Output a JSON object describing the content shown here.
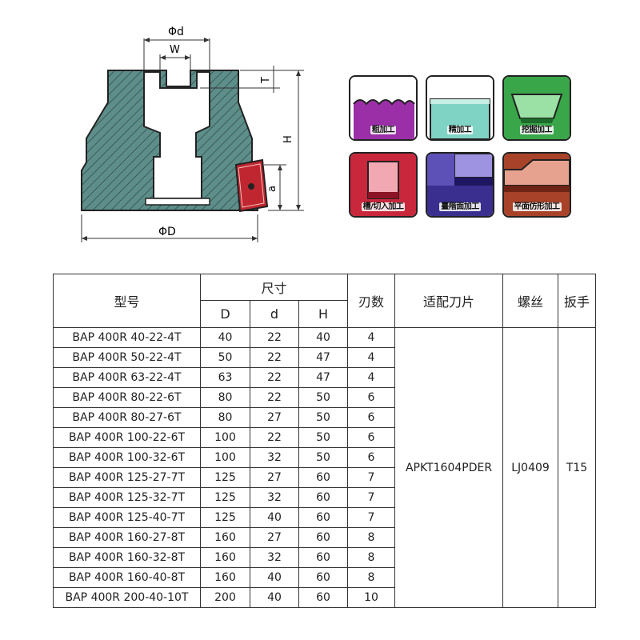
{
  "drawing": {
    "labels": {
      "phi_d": "Φd",
      "w": "W",
      "t": "T",
      "h": "H",
      "a": "a",
      "phi_D": "ΦD"
    }
  },
  "machining_types": [
    {
      "label": "粗加工",
      "icon": "rough-machining-icon",
      "color": "#9b2fa8"
    },
    {
      "label": "精加工",
      "icon": "finish-machining-icon",
      "color": "#7fd3c4"
    },
    {
      "label": "挖掘加工",
      "icon": "pocket-machining-icon",
      "color": "#3aa64a"
    },
    {
      "label": "槽/切入加工",
      "icon": "slot-machining-icon",
      "color": "#c9283c"
    },
    {
      "label": "臺階面加工",
      "icon": "step-machining-icon",
      "color": "#3a2f8f"
    },
    {
      "label": "平面仿形加工",
      "icon": "profile-machining-icon",
      "color": "#a8432a"
    }
  ],
  "table": {
    "headers": {
      "model": "型号",
      "size": "尺寸",
      "D": "D",
      "d": "d",
      "H": "H",
      "teeth": "刃数",
      "insert": "适配刀片",
      "screw": "螺丝",
      "wrench": "扳手"
    },
    "rows": [
      {
        "model": "BAP 400R 40-22-4T",
        "D": "40",
        "d": "22",
        "H": "40",
        "teeth": "4"
      },
      {
        "model": "BAP 400R 50-22-4T",
        "D": "50",
        "d": "22",
        "H": "47",
        "teeth": "4"
      },
      {
        "model": "BAP 400R 63-22-4T",
        "D": "63",
        "d": "22",
        "H": "47",
        "teeth": "4"
      },
      {
        "model": "BAP 400R 80-22-6T",
        "D": "80",
        "d": "22",
        "H": "50",
        "teeth": "6"
      },
      {
        "model": "BAP 400R 80-27-6T",
        "D": "80",
        "d": "27",
        "H": "50",
        "teeth": "6"
      },
      {
        "model": "BAP 400R 100-22-6T",
        "D": "100",
        "d": "22",
        "H": "50",
        "teeth": "6"
      },
      {
        "model": "BAP 400R 100-32-6T",
        "D": "100",
        "d": "32",
        "H": "50",
        "teeth": "6"
      },
      {
        "model": "BAP 400R 125-27-7T",
        "D": "125",
        "d": "27",
        "H": "60",
        "teeth": "7"
      },
      {
        "model": "BAP 400R 125-32-7T",
        "D": "125",
        "d": "32",
        "H": "60",
        "teeth": "7"
      },
      {
        "model": "BAP 400R 125-40-7T",
        "D": "125",
        "d": "40",
        "H": "60",
        "teeth": "7"
      },
      {
        "model": "BAP 400R 160-27-8T",
        "D": "160",
        "d": "27",
        "H": "60",
        "teeth": "8"
      },
      {
        "model": "BAP 400R 160-32-8T",
        "D": "160",
        "d": "32",
        "H": "60",
        "teeth": "8"
      },
      {
        "model": "BAP 400R 160-40-8T",
        "D": "160",
        "d": "40",
        "H": "60",
        "teeth": "8"
      },
      {
        "model": "BAP 400R 200-40-10T",
        "D": "200",
        "d": "40",
        "H": "60",
        "teeth": "10"
      }
    ],
    "shared": {
      "insert": "APKT1604PDER",
      "screw": "LJ0409",
      "wrench": "T15"
    }
  }
}
